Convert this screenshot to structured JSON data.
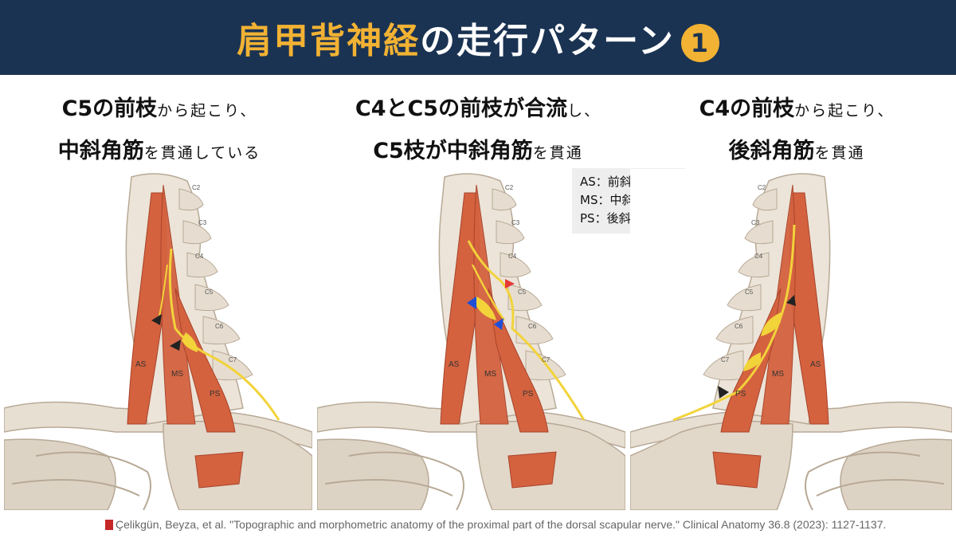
{
  "title": {
    "part_gold": "肩甲背神経",
    "part_white": "の走行パターン",
    "badge": "1"
  },
  "panels": [
    {
      "line1_bold": "C5の前枝",
      "line1_small": "から起こり、",
      "line2_bold": "中斜角筋",
      "line2_small": "を貫通している",
      "labels": {
        "c2": "C2",
        "c3": "C3",
        "c4": "C4",
        "c5": "C5",
        "c6": "C6",
        "c7": "C7",
        "as": "AS",
        "ms": "MS",
        "ps": "PS"
      }
    },
    {
      "line1_bold": "C4とC5の前枝が合流",
      "line1_small": "し、",
      "line2_bold": "C5枝が中斜角筋",
      "line2_small": "を貫通",
      "labels": {
        "c2": "C2",
        "c3": "C3",
        "c4": "C4",
        "c5": "C5",
        "c6": "C6",
        "c7": "C7",
        "as": "AS",
        "ms": "MS",
        "ps": "PS"
      }
    },
    {
      "line1_bold": "C4の前枝",
      "line1_small": "から起こり、",
      "line2_bold": "後斜角筋",
      "line2_small": "を貫通",
      "labels": {
        "c2": "C2",
        "c3": "C3",
        "c4": "C4",
        "c5": "C5",
        "c6": "C6",
        "c7": "C7",
        "as": "AS",
        "ms": "MS",
        "ps": "PS"
      }
    }
  ],
  "legend": [
    "AS：前斜角筋,",
    "MS：中斜角筋,",
    "PS：後斜角筋"
  ],
  "citation": "Çelikgün, Beyza, et al. \"Topographic and morphometric anatomy of the proximal part of the dorsal scapular nerve.\" Clinical Anatomy 36.8 (2023): 1127-1137.",
  "colors": {
    "header_bg": "#1b3352",
    "title_gold": "#f2b233",
    "muscle": "#d4623f",
    "nerve": "#f2d33a",
    "bone": "#e8dfd3"
  }
}
